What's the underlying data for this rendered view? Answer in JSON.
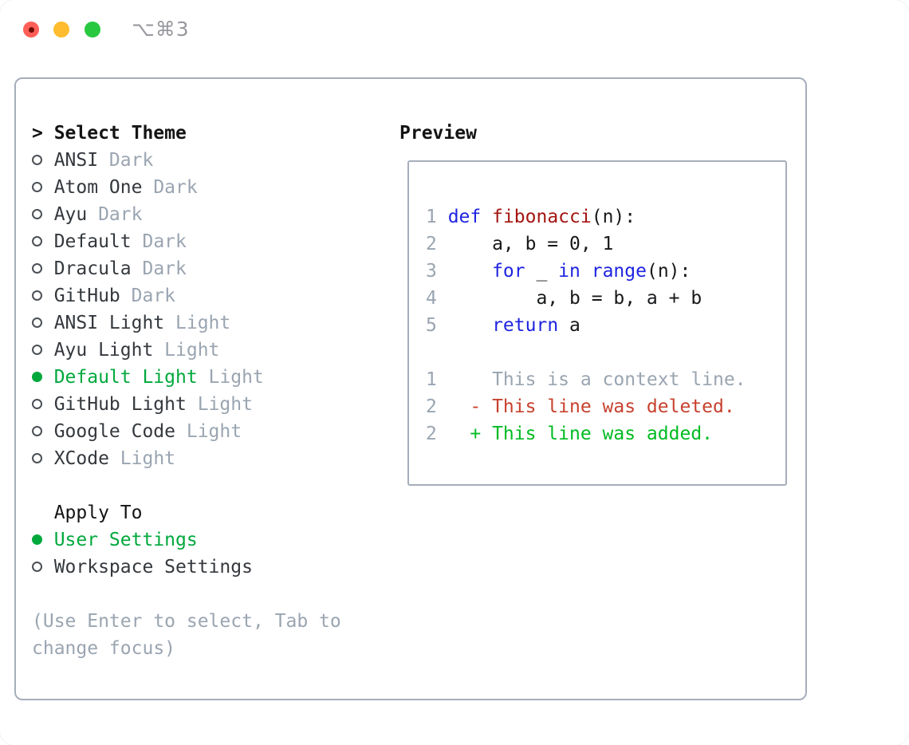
{
  "window": {
    "shortcut": "⌥⌘3",
    "traffic_lights": [
      {
        "name": "close",
        "has_dot": true
      },
      {
        "name": "minimize",
        "has_dot": false
      },
      {
        "name": "zoom",
        "has_dot": false
      }
    ]
  },
  "theme_panel": {
    "marker": ">",
    "title": "Select Theme",
    "items": [
      {
        "name": "ANSI",
        "variant": "Dark",
        "selected": false
      },
      {
        "name": "Atom One",
        "variant": "Dark",
        "selected": false
      },
      {
        "name": "Ayu",
        "variant": "Dark",
        "selected": false
      },
      {
        "name": "Default",
        "variant": "Dark",
        "selected": false
      },
      {
        "name": "Dracula",
        "variant": "Dark",
        "selected": false
      },
      {
        "name": "GitHub",
        "variant": "Dark",
        "selected": false
      },
      {
        "name": "ANSI Light",
        "variant": "Light",
        "selected": false
      },
      {
        "name": "Ayu Light",
        "variant": "Light",
        "selected": false
      },
      {
        "name": "Default Light",
        "variant": "Light",
        "selected": true
      },
      {
        "name": "GitHub Light",
        "variant": "Light",
        "selected": false
      },
      {
        "name": "Google Code",
        "variant": "Light",
        "selected": false
      },
      {
        "name": "XCode",
        "variant": "Light",
        "selected": false
      }
    ],
    "apply_to": {
      "title": "Apply To",
      "options": [
        {
          "label": "User Settings",
          "selected": true
        },
        {
          "label": "Workspace Settings",
          "selected": false
        }
      ]
    },
    "help_text": "(Use Enter to select, Tab to change focus)"
  },
  "preview_panel": {
    "title": "Preview",
    "code_lines": [
      {
        "num": "1",
        "tokens": [
          {
            "text": "def",
            "type": "keyword"
          },
          {
            "text": " ",
            "type": "plain"
          },
          {
            "text": "fibonacci",
            "type": "function"
          },
          {
            "text": "(n):",
            "type": "plain"
          }
        ]
      },
      {
        "num": "2",
        "tokens": [
          {
            "text": "    a, b = 0, 1",
            "type": "plain"
          }
        ]
      },
      {
        "num": "3",
        "tokens": [
          {
            "text": "    ",
            "type": "plain"
          },
          {
            "text": "for",
            "type": "keyword"
          },
          {
            "text": " _ ",
            "type": "plain"
          },
          {
            "text": "in",
            "type": "keyword"
          },
          {
            "text": " ",
            "type": "plain"
          },
          {
            "text": "range",
            "type": "keyword"
          },
          {
            "text": "(n):",
            "type": "plain"
          }
        ]
      },
      {
        "num": "4",
        "tokens": [
          {
            "text": "        a, b = b, a + b",
            "type": "plain"
          }
        ]
      },
      {
        "num": "5",
        "tokens": [
          {
            "text": "    ",
            "type": "plain"
          },
          {
            "text": "return",
            "type": "keyword"
          },
          {
            "text": " a",
            "type": "plain"
          }
        ]
      }
    ],
    "diff_lines": [
      {
        "num": "1",
        "tokens": [
          {
            "text": "    This is a context line.",
            "type": "context"
          }
        ]
      },
      {
        "num": "2",
        "tokens": [
          {
            "text": "  - This line was deleted.",
            "type": "deleted"
          }
        ]
      },
      {
        "num": "2",
        "tokens": [
          {
            "text": "  + This line was added.",
            "type": "added"
          }
        ]
      }
    ]
  },
  "colors": {
    "selection_green": "#00a83c",
    "added_green": "#00bb22",
    "deleted_red": "#c7412e",
    "keyword_blue": "#1f24e0",
    "function_red": "#a41511",
    "muted_gray": "#9aa5b1",
    "border_gray": "#a6aebb",
    "traffic_red": "#ff5f57",
    "traffic_yellow": "#febc2e",
    "traffic_green": "#28c840"
  }
}
